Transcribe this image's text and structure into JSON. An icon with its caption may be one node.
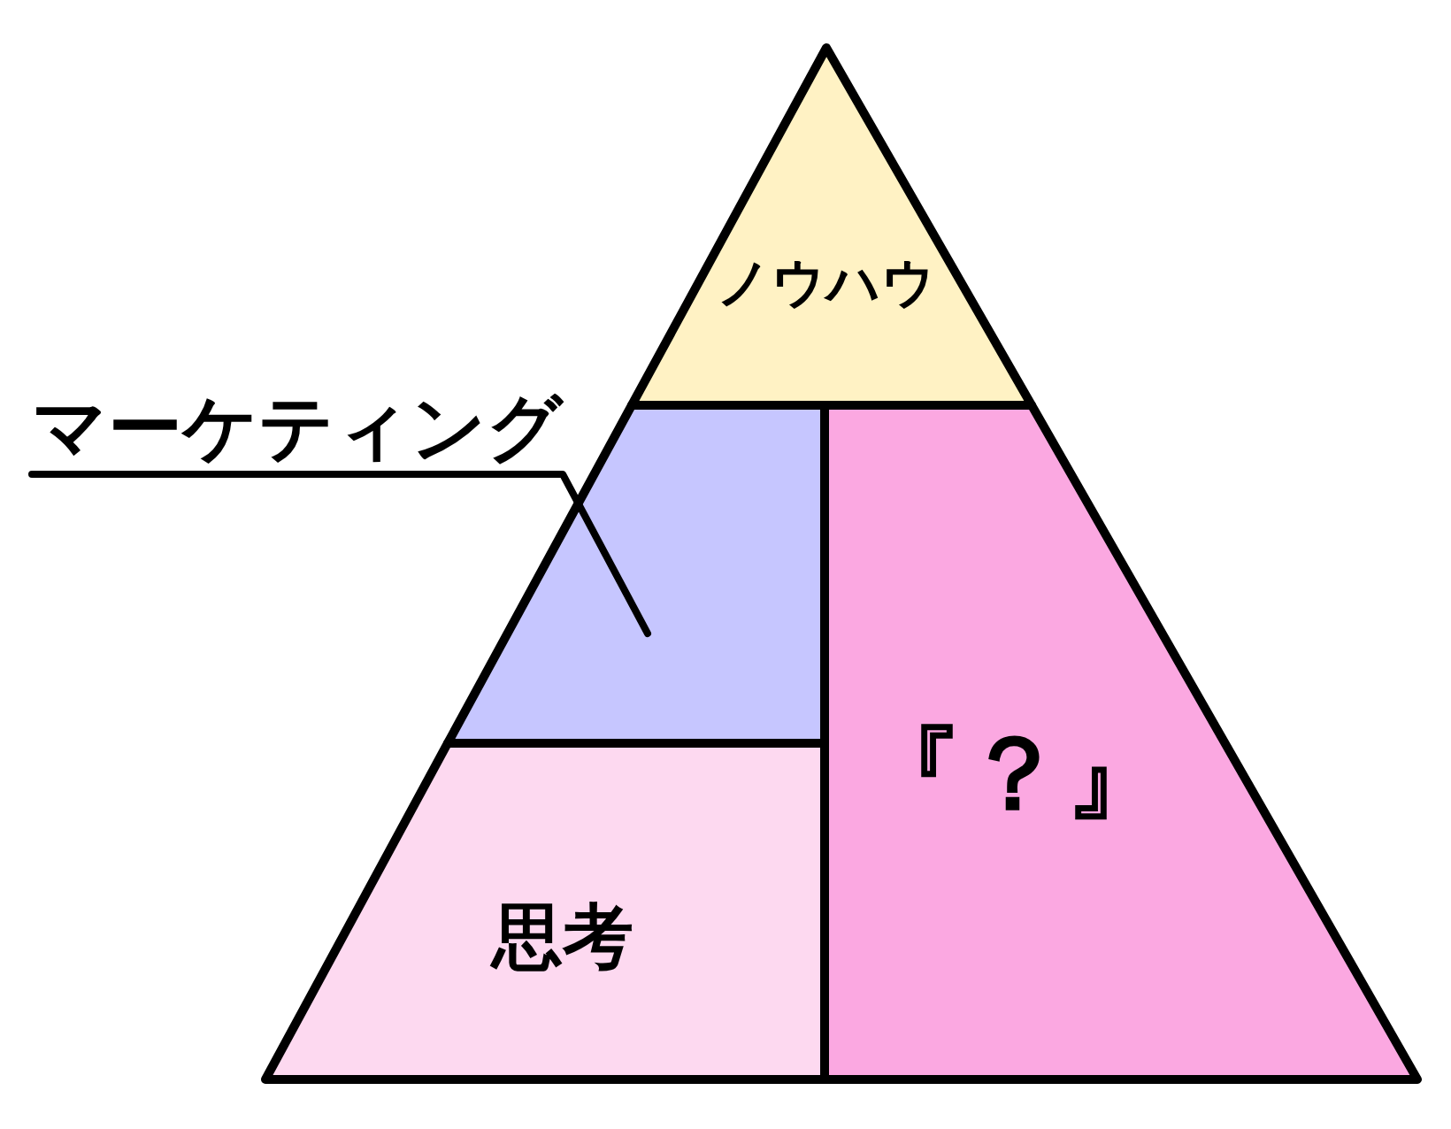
{
  "diagram": {
    "nodes": [
      {
        "text": [
          "ノウハウ"
        ]
      },
      {
        "text": [
          "マーケティング"
        ]
      },
      {
        "text": [],
        "shape": "box"
      },
      {
        "text": [
          "『？』"
        ]
      },
      {
        "text": [
          "思考"
        ]
      }
    ],
    "edges": [
      {
        "from": 1,
        "to": 2,
        "arrow": "none"
      }
    ]
  }
}
